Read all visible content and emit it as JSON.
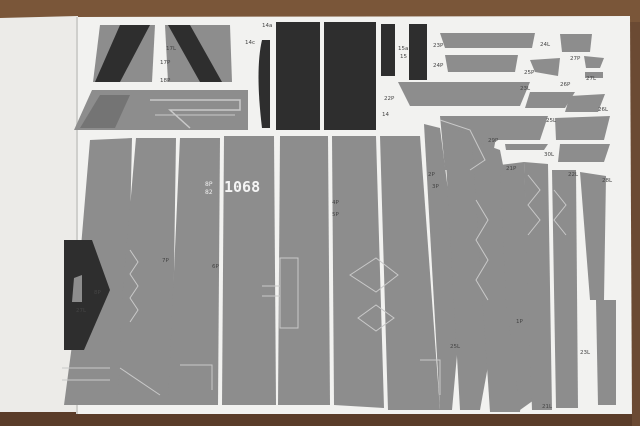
{
  "photo": {
    "serial_number": "1068",
    "tail_marking": [
      "8P",
      "82"
    ],
    "part_labels": [
      "17L",
      "17P",
      "18P",
      "14a",
      "14c",
      "15a",
      "15",
      "23P",
      "24P",
      "23L",
      "24L",
      "27P",
      "27L",
      "25P",
      "26P",
      "26L",
      "22P",
      "14",
      "25L",
      "29P",
      "30L",
      "21P",
      "22L",
      "28L",
      "2P",
      "3P",
      "4P",
      "5P",
      "6P",
      "7P",
      "8P",
      "27L",
      "1P",
      "23L",
      "25L",
      "21L"
    ],
    "colors": {
      "background": "#6b4a33",
      "paper": "#f2f2f0",
      "part_gray": "#8d8d8d",
      "dark_part": "#2e2e2e"
    }
  }
}
